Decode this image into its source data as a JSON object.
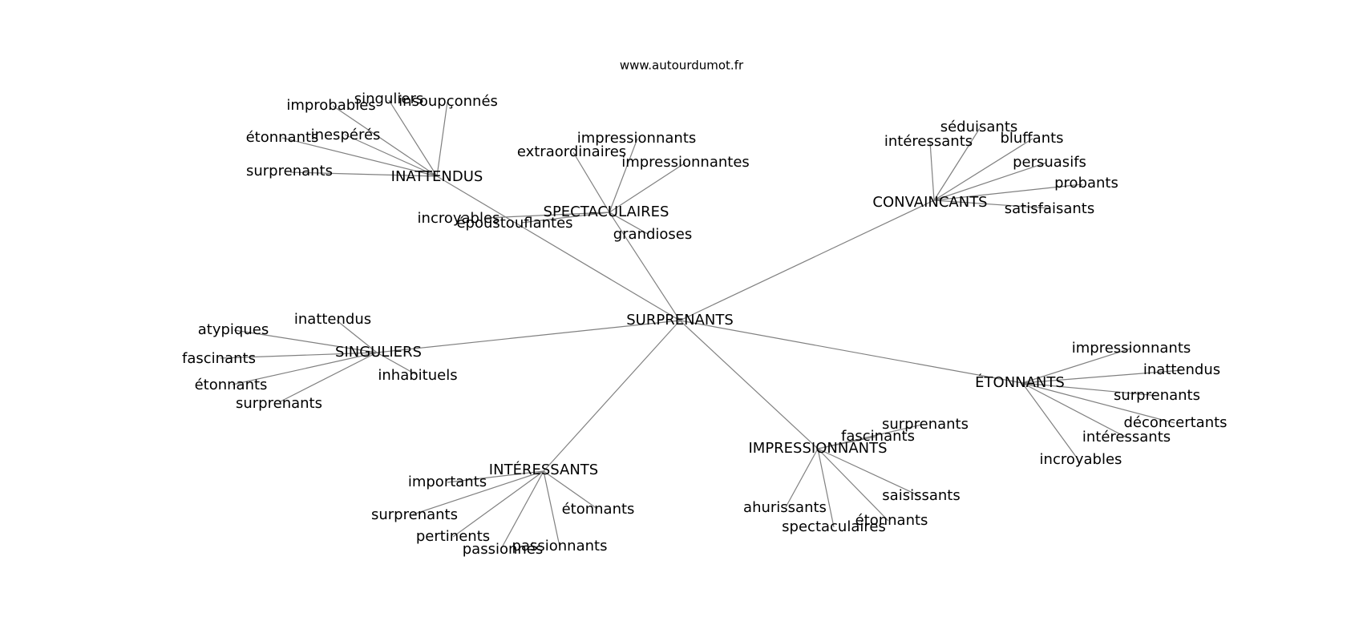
{
  "site": "www.autourdumot.fr",
  "center": "SURPRENANTS",
  "clusters": [
    {
      "name": "INATTENDUS",
      "words": [
        "improbables",
        "singuliers",
        "insoupçonnés",
        "étonnants",
        "inespérés",
        "surprenants"
      ]
    },
    {
      "name": "SPECTACULAIRES",
      "words": [
        "extraordinaires",
        "impressionnants",
        "impressionnantes",
        "incroyables",
        "époustouflantes",
        "grandioses"
      ]
    },
    {
      "name": "CONVAINCANTS",
      "words": [
        "intéressants",
        "séduisants",
        "bluffants",
        "persuasifs",
        "probants",
        "satisfaisants"
      ]
    },
    {
      "name": "SINGULIERS",
      "words": [
        "inattendus",
        "atypiques",
        "fascinants",
        "étonnants",
        "surprenants",
        "inhabituels"
      ]
    },
    {
      "name": "ÉTONNANTS",
      "words": [
        "impressionnants",
        "inattendus",
        "surprenants",
        "déconcertants",
        "intéressants",
        "incroyables"
      ]
    },
    {
      "name": "INTÉRESSANTS",
      "words": [
        "importants",
        "surprenants",
        "pertinents",
        "passionnés",
        "passionnants",
        "étonnants"
      ]
    },
    {
      "name": "IMPRESSIONNANTS",
      "words": [
        "surprenants",
        "fascinants",
        "ahurissants",
        "spectaculaires",
        "étonnants",
        "saisissants"
      ]
    }
  ]
}
